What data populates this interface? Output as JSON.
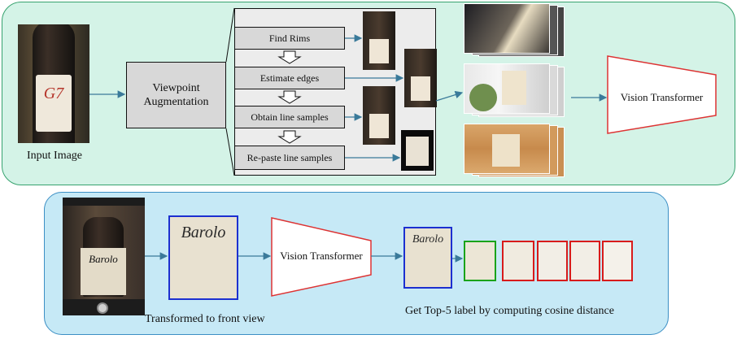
{
  "top": {
    "input_label": "Input Image",
    "augmentation_label": "Viewpoint\nAugmentation",
    "steps": [
      "Find Rims",
      "Estimate edges",
      "Obtain line samples",
      "Re-paste line samples"
    ],
    "transformer_label": "Vision Transformer",
    "bottle_text": "G7"
  },
  "bottom": {
    "transformed_label": "Transformed to front view",
    "transformer_label": "Vision Transformer",
    "result_label": "Get Top-5 label by computing cosine distance",
    "wine_label_text": "Barolo",
    "top5_border_colors": [
      "#1aa31a",
      "#d81b1b",
      "#d81b1b",
      "#d81b1b",
      "#d81b1b"
    ]
  },
  "colors": {
    "top_panel_bg": "#d4f3e7",
    "top_panel_border": "#37a36f",
    "bottom_panel_bg": "#c6e9f6",
    "bottom_panel_border": "#3c8fc4",
    "arrow_color": "#3a7a9a",
    "query_border": "#1c2fd0"
  }
}
